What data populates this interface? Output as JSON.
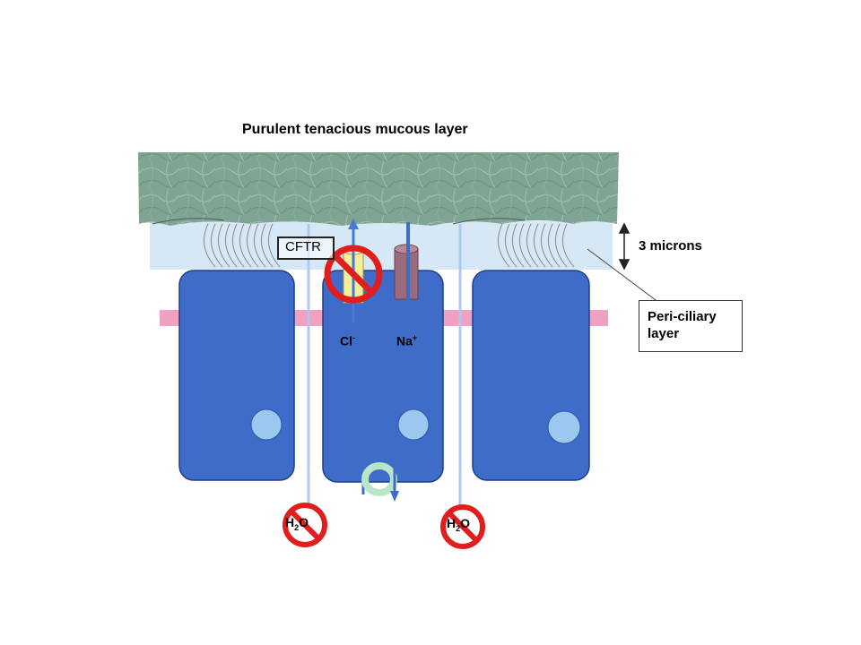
{
  "labels": {
    "title": "Purulent tenacious mucous layer",
    "cftr": "CFTR",
    "thickness": "3 microns",
    "periciliary_line1": "Peri-ciliary",
    "periciliary_line2": "layer",
    "chloride": "Cl",
    "chloride_charge": "-",
    "sodium": "Na",
    "sodium_charge": "+",
    "water_left_h": "H",
    "water_left_sub": "2",
    "water_left_o": "O",
    "water_right_h": "H",
    "water_right_sub": "2",
    "water_right_o": "O"
  },
  "colors": {
    "mucus": "#7ea592",
    "periciliary": "#d6e8f6",
    "cell": "#3e6cc8",
    "cell_outline": "#1e3f8c",
    "nucleus": "#9cc8f0",
    "junction": "#f0a0c0",
    "prohibit": "#e01e1e",
    "cftr_channel": "#f4ef9a",
    "na_channel": "#9a6b7a",
    "transporter": "#b8e6c8",
    "water_line": "#b0c8ee"
  }
}
